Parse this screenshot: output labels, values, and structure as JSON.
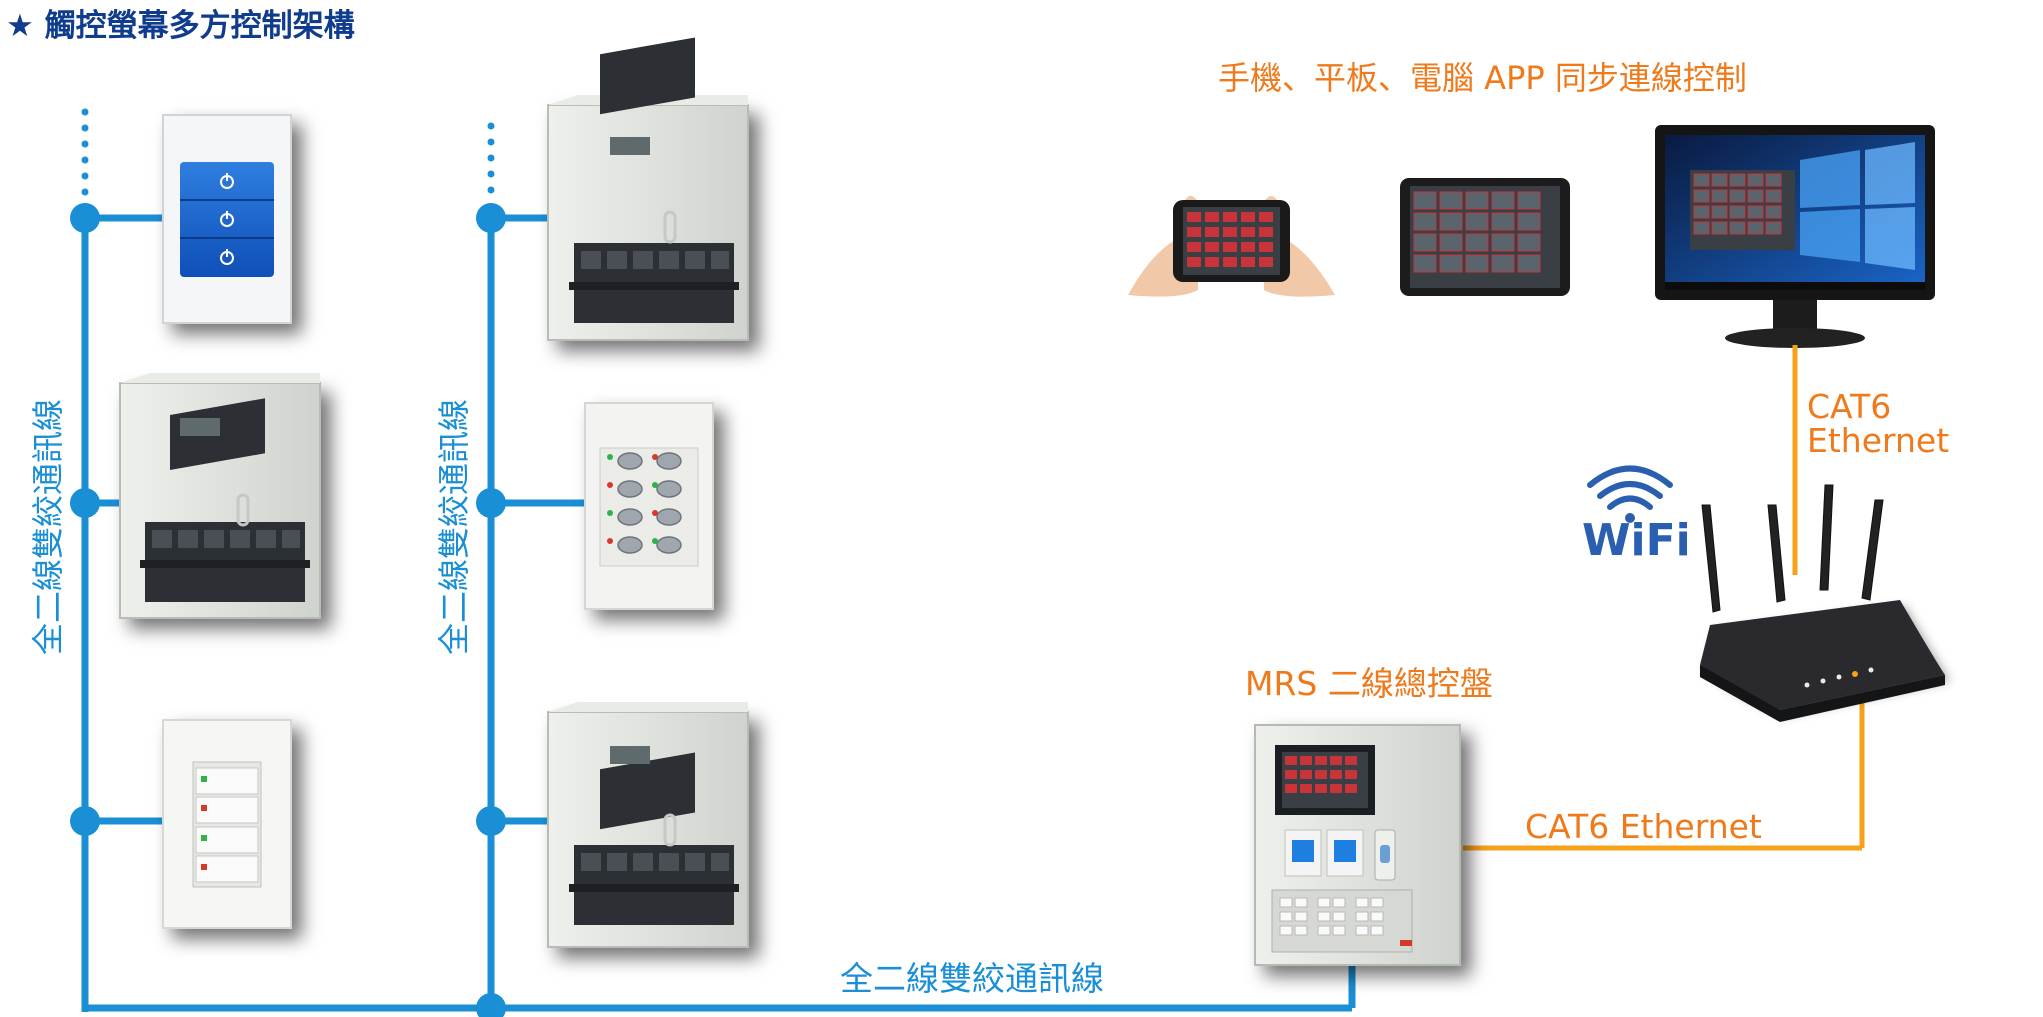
{
  "title": "★ 觸控螢幕多方控制架構",
  "labels": {
    "app_sync": "手機、平板、電腦 APP 同步連線控制",
    "cat6_line1": "CAT6",
    "cat6_line2": "Ethernet",
    "wifi": "WiFi",
    "mrs_panel": "MRS 二線總控盤",
    "cat6_horizontal": "CAT6 Ethernet",
    "bus_vertical_1": "全二線雙絞通訊線",
    "bus_vertical_2": "全二線雙絞通訊線",
    "bus_horizontal": "全二線雙絞通訊線"
  },
  "colors": {
    "title": "#0f3c8c",
    "bus": "#1a8fd6",
    "ethernet": "#f7a11a",
    "orange_text": "#ee7a1c",
    "wifi": "#2a5fb0",
    "cabinet": "#dfe2dd",
    "module": "#2c2f33"
  }
}
